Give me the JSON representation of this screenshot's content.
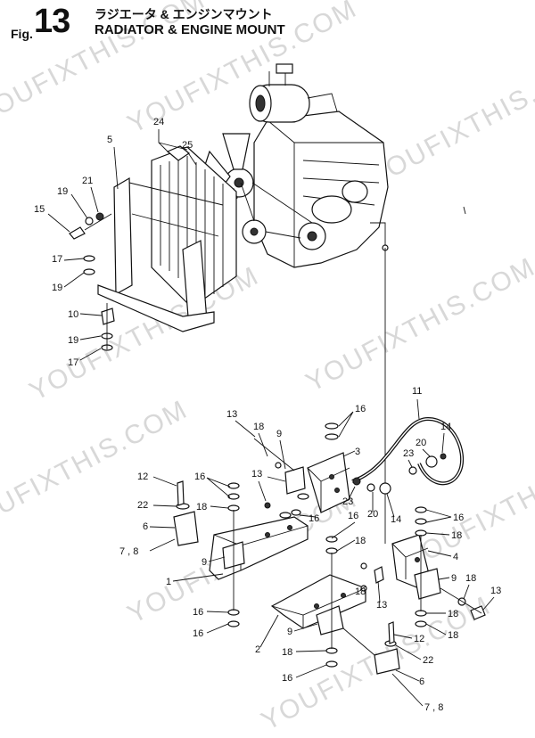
{
  "header": {
    "fig_prefix": "Fig.",
    "fig_number": "13",
    "title_jp": "ラジエータ & エンジンマウント",
    "title_en": "RADIATOR & ENGINE MOUNT"
  },
  "watermark": {
    "text": "YOUFIXTHIS.COM",
    "color": "#d8d8d8"
  },
  "callouts": [
    {
      "id": "c24",
      "text": "24"
    },
    {
      "id": "c25",
      "text": "25"
    },
    {
      "id": "c5",
      "text": "5"
    },
    {
      "id": "c21",
      "text": "21"
    },
    {
      "id": "c19a",
      "text": "19"
    },
    {
      "id": "c15",
      "text": "15"
    },
    {
      "id": "c17a",
      "text": "17"
    },
    {
      "id": "c19b",
      "text": "19"
    },
    {
      "id": "c10",
      "text": "10"
    },
    {
      "id": "c19c",
      "text": "19"
    },
    {
      "id": "c17b",
      "text": "17"
    },
    {
      "id": "c11",
      "text": "11"
    },
    {
      "id": "c16a",
      "text": "16"
    },
    {
      "id": "c13a",
      "text": "13"
    },
    {
      "id": "c18a",
      "text": "18"
    },
    {
      "id": "c9a",
      "text": "9"
    },
    {
      "id": "c3",
      "text": "3"
    },
    {
      "id": "c14a",
      "text": "14"
    },
    {
      "id": "c20a",
      "text": "20"
    },
    {
      "id": "c23a",
      "text": "23"
    },
    {
      "id": "c13b",
      "text": "13"
    },
    {
      "id": "c16b",
      "text": "16"
    },
    {
      "id": "c23b",
      "text": "23"
    },
    {
      "id": "c20b",
      "text": "20"
    },
    {
      "id": "c14b",
      "text": "14"
    },
    {
      "id": "c12a",
      "text": "12"
    },
    {
      "id": "c16c",
      "text": "16"
    },
    {
      "id": "c22a",
      "text": "22"
    },
    {
      "id": "c18b",
      "text": "18"
    },
    {
      "id": "c6a",
      "text": "6"
    },
    {
      "id": "c78a",
      "text": "7 , 8"
    },
    {
      "id": "c16d",
      "text": "16"
    },
    {
      "id": "c18c",
      "text": "18"
    },
    {
      "id": "c16e",
      "text": "16"
    },
    {
      "id": "c18d",
      "text": "18"
    },
    {
      "id": "c4",
      "text": "4"
    },
    {
      "id": "c9b",
      "text": "9"
    },
    {
      "id": "c1",
      "text": "1"
    },
    {
      "id": "c18e",
      "text": "18"
    },
    {
      "id": "c13c",
      "text": "13"
    },
    {
      "id": "c9c",
      "text": "9"
    },
    {
      "id": "c18f",
      "text": "18"
    },
    {
      "id": "c13d",
      "text": "13"
    },
    {
      "id": "c18g",
      "text": "18"
    },
    {
      "id": "c16f",
      "text": "16"
    },
    {
      "id": "c18h",
      "text": "18"
    },
    {
      "id": "c16g",
      "text": "16"
    },
    {
      "id": "c2",
      "text": "2"
    },
    {
      "id": "c9d",
      "text": "9"
    },
    {
      "id": "c12b",
      "text": "12"
    },
    {
      "id": "c18i",
      "text": "18"
    },
    {
      "id": "c22b",
      "text": "22"
    },
    {
      "id": "c16h",
      "text": "16"
    },
    {
      "id": "c6b",
      "text": "6"
    },
    {
      "id": "c78b",
      "text": "7 , 8"
    }
  ]
}
